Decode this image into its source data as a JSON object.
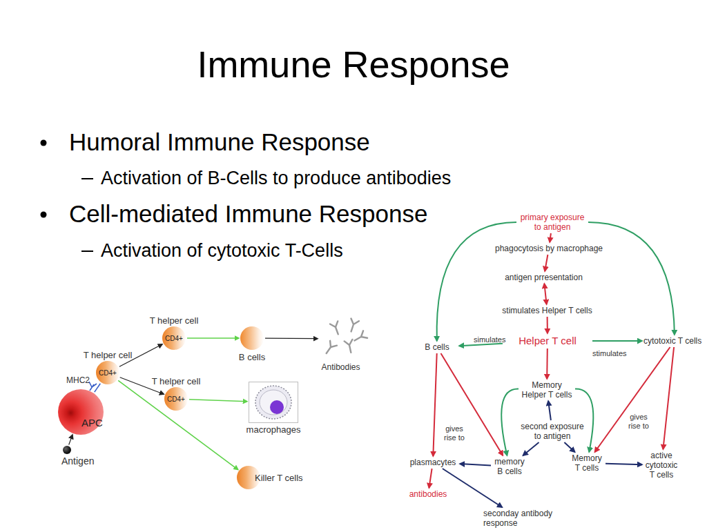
{
  "diagram": {
    "title": "Immune Response",
    "nodes": [
      {
        "text": [
          "T helper cell",
          "CD4+"
        ]
      },
      {
        "text": [
          "B cells"
        ]
      },
      {
        "text": [
          "Antibodies"
        ]
      },
      {
        "text": [
          "T helper cell",
          "CD4+"
        ]
      },
      {
        "text": [
          "APC"
        ]
      },
      {
        "text": [
          "T helper cell",
          "CD4+"
        ]
      },
      {
        "text": [
          "macrophages"
        ]
      },
      {
        "text": [
          "Antigen"
        ]
      },
      {
        "text": [
          "Killer T cells"
        ]
      },
      {
        "text": [
          "primary exposure to antigen"
        ]
      },
      {
        "text": [
          "phagocytosis by macrophage"
        ]
      },
      {
        "text": [
          "antigen prresentation"
        ]
      },
      {
        "text": [
          "stimulates Helper T cells"
        ]
      },
      {
        "text": [
          "B cells"
        ]
      },
      {
        "text": [
          "Helper T cell"
        ]
      },
      {
        "text": [
          "cytotoxic T cells"
        ]
      },
      {
        "text": [
          "Memory Helper T cells"
        ]
      },
      {
        "text": [
          "second exposure to antigen"
        ]
      },
      {
        "text": [
          "plasmacytes"
        ]
      },
      {
        "text": [
          "memory B cells"
        ]
      },
      {
        "text": [
          "Memory T cells"
        ]
      },
      {
        "text": [
          "active cytotoxic T cells"
        ]
      },
      {
        "text": [
          "antibodies"
        ]
      },
      {
        "text": [
          "seconday antibody response"
        ]
      }
    ],
    "edges": [
      {
        "from": 7,
        "to": 4,
        "arrow": "to"
      },
      {
        "from": 4,
        "to": 3,
        "arrow": "none"
      },
      {
        "from": 3,
        "to": 0,
        "arrow": "to"
      },
      {
        "from": 3,
        "to": 5,
        "arrow": "to"
      },
      {
        "from": 3,
        "to": 8,
        "arrow": "to"
      },
      {
        "from": 0,
        "to": 1,
        "arrow": "to"
      },
      {
        "from": 1,
        "to": 2,
        "arrow": "to"
      },
      {
        "from": 5,
        "to": 6,
        "arrow": "to"
      },
      {
        "from": 9,
        "to": 10,
        "arrow": "to"
      },
      {
        "from": 9,
        "to": 13,
        "arrow": "to"
      },
      {
        "from": 9,
        "to": 15,
        "arrow": "to"
      },
      {
        "from": 10,
        "to": 11,
        "arrow": "to"
      },
      {
        "from": 11,
        "to": 12,
        "arrow": "both"
      },
      {
        "from": 12,
        "to": 14,
        "arrow": "to"
      },
      {
        "from": 14,
        "to": 13,
        "label": "simulates",
        "arrow": "to"
      },
      {
        "from": 14,
        "to": 15,
        "label": "stimulates",
        "arrow": "to"
      },
      {
        "from": 14,
        "to": 16,
        "arrow": "to"
      },
      {
        "from": 13,
        "to": 18,
        "label": "gives rise to",
        "arrow": "to"
      },
      {
        "from": 13,
        "to": 19,
        "arrow": "to"
      },
      {
        "from": 15,
        "to": 20,
        "arrow": "to"
      },
      {
        "from": 15,
        "to": 21,
        "label": "gives rise to",
        "arrow": "to"
      },
      {
        "from": 16,
        "to": 19,
        "arrow": "to"
      },
      {
        "from": 16,
        "to": 20,
        "arrow": "to"
      },
      {
        "from": 17,
        "to": 16,
        "arrow": "to"
      },
      {
        "from": 17,
        "to": 19,
        "arrow": "to"
      },
      {
        "from": 17,
        "to": 20,
        "arrow": "to"
      },
      {
        "from": 19,
        "to": 18,
        "arrow": "to"
      },
      {
        "from": 20,
        "to": 21,
        "arrow": "to"
      },
      {
        "from": 18,
        "to": 22,
        "arrow": "to"
      },
      {
        "from": 18,
        "to": 23,
        "arrow": "to"
      }
    ],
    "labels": [
      "Humoral Immune Response",
      "Activation of B-Cells to produce antibodies",
      "Cell-mediated Immune Response",
      "Activation of cytotoxic T-Cells",
      "MHC2"
    ]
  }
}
